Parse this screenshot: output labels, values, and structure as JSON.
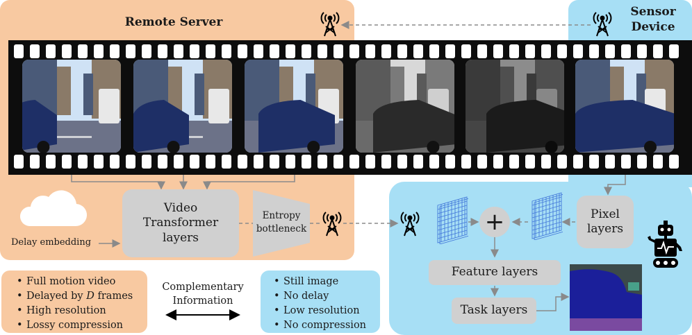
{
  "remote": {
    "title": "Remote Server"
  },
  "sensor": {
    "title": "Sensor\nDevice"
  },
  "blocks": {
    "video_transformer": "Video\nTransformer\nlayers",
    "entropy_bottleneck": "Entropy\nbottleneck",
    "pixel_layers": "Pixel\nlayers",
    "feature_layers": "Feature layers",
    "task_layers": "Task layers",
    "plus": "+"
  },
  "delay_embedding": "Delay embedding",
  "complementary": {
    "line1": "Complementary",
    "line2": "Information"
  },
  "server_properties": [
    "Full motion video",
    "Delayed by D frames",
    "High resolution",
    "Lossy compression"
  ],
  "sensor_properties": [
    "Still image",
    "No delay",
    "Low resolution",
    "No compression"
  ],
  "icons": [
    "antenna-icon",
    "cloud-icon",
    "robot-icon",
    "grid-tensor-icon"
  ],
  "colors": {
    "remote_bg": "#f8c9a1",
    "sensor_bg": "#a7dff5",
    "block_gray": "#d0d0d0",
    "grid_blue": "#3a6fd8",
    "seg_navy": "#1b1f9a",
    "seg_purple": "#7a4aa0"
  }
}
